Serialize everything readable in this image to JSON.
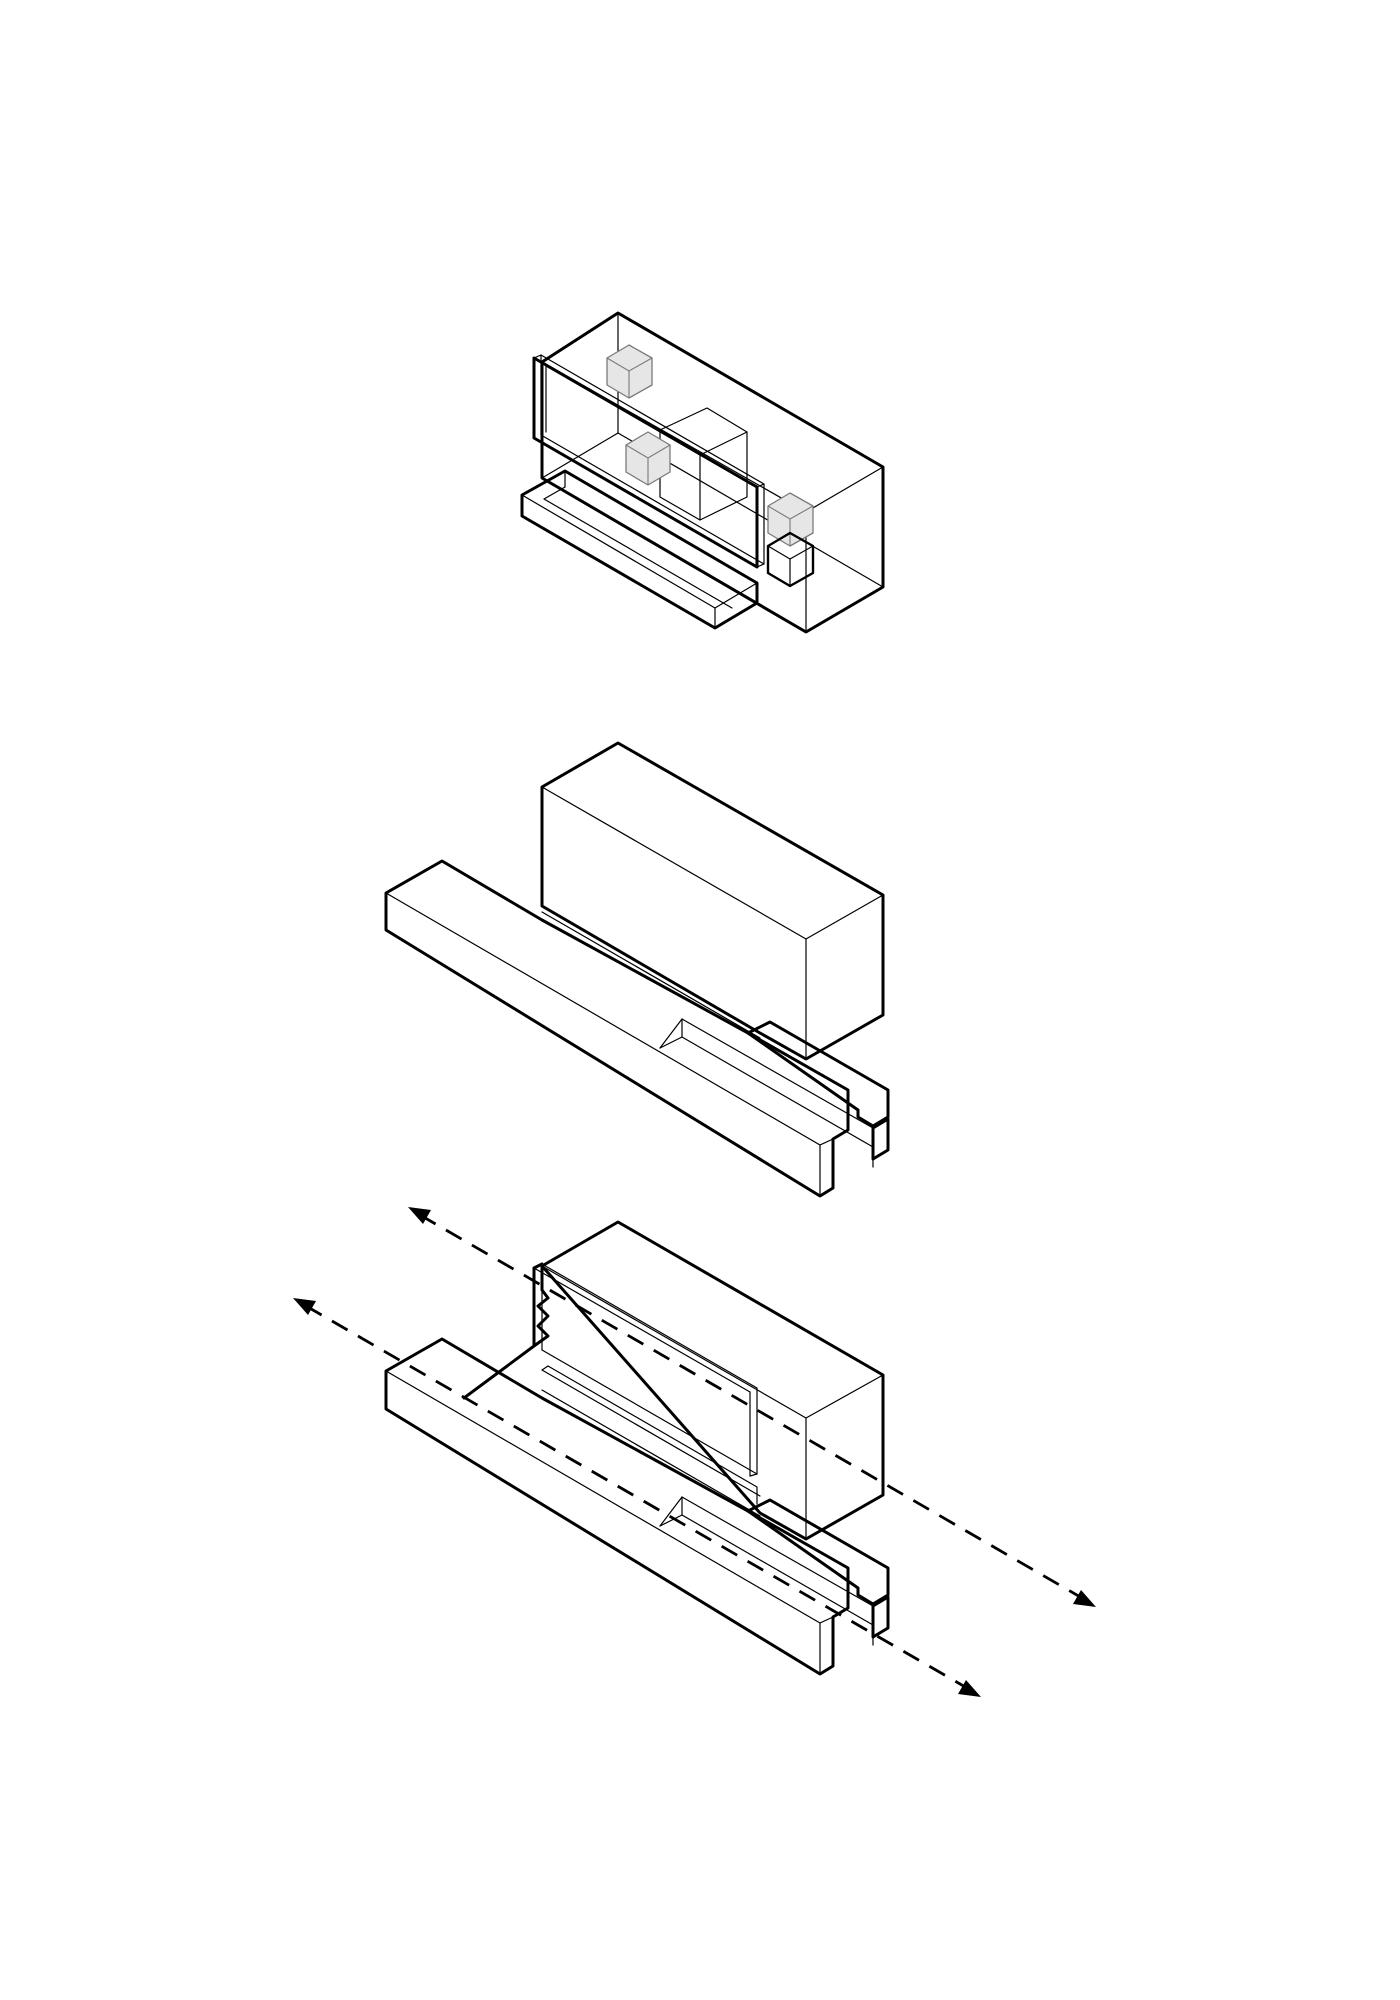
{
  "diagram": {
    "stages": [
      {
        "id": "stage-1",
        "components": [
          "main-volume",
          "front-frame-wall",
          "lower-plinth-bar",
          "small-cube-volumes"
        ]
      },
      {
        "id": "stage-2",
        "components": [
          "main-volume",
          "long-front-bar",
          "right-slim-bar"
        ]
      },
      {
        "id": "stage-3",
        "components": [
          "main-volume",
          "long-front-bar",
          "right-slim-bar",
          "cut-front-wall",
          "movement-axis-upper",
          "movement-axis-lower"
        ]
      }
    ],
    "colors": {
      "line": "#000000",
      "fill_cube": "#e6e6e6",
      "cube_edge": "#7a7a7a",
      "background": "#ffffff"
    },
    "arrows": [
      {
        "style": "dashed",
        "heads": "both"
      },
      {
        "style": "dashed",
        "heads": "both"
      }
    ]
  }
}
